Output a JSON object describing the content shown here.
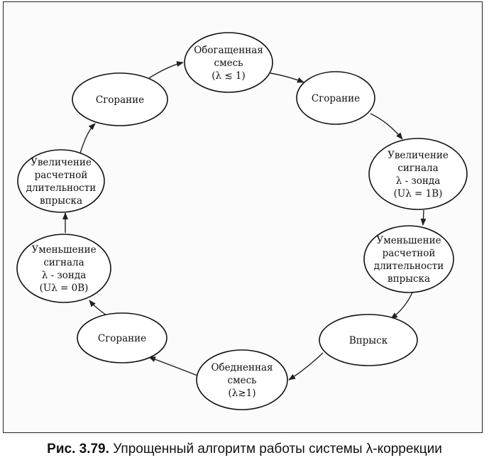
{
  "diagram": {
    "nodes": [
      {
        "id": "enriched",
        "lines": [
          "Обогащенная",
          "смесь",
          "(λ ≲ 1)"
        ]
      },
      {
        "id": "combustion-top-right",
        "lines": [
          "Сгорание"
        ]
      },
      {
        "id": "signal-increase",
        "lines": [
          "Увеличение",
          "сигнала",
          "λ - зонда",
          "(Uλ = 1В)"
        ]
      },
      {
        "id": "duration-decrease",
        "lines": [
          "Уменьшение",
          "расчетной",
          "длительности",
          "впрыска"
        ]
      },
      {
        "id": "injection",
        "lines": [
          "Впрыск"
        ]
      },
      {
        "id": "lean",
        "lines": [
          "Обедненная",
          "смесь",
          "(λ≳1)"
        ]
      },
      {
        "id": "combustion-bottom-left",
        "lines": [
          "Сгорание"
        ]
      },
      {
        "id": "signal-decrease",
        "lines": [
          "Уменьшение",
          "сигнала",
          "λ - зонда",
          "(Uλ = 0В)"
        ]
      },
      {
        "id": "duration-increase",
        "lines": [
          "Увеличение",
          "расчетной",
          "длительности",
          "впрыска"
        ]
      },
      {
        "id": "combustion-top-left",
        "lines": [
          "Сгорание"
        ]
      }
    ]
  },
  "caption": {
    "number": "Рис. 3.79.",
    "text": "Упрощенный алгоритм работы системы λ-коррекции"
  }
}
